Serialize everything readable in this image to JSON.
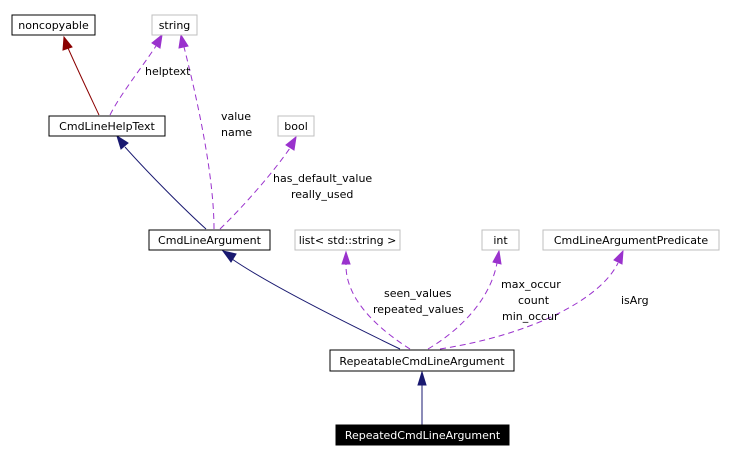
{
  "diagram": {
    "nodes": {
      "noncopyable": "noncopyable",
      "string": "string",
      "cmdlinehelptext": "CmdLineHelpText",
      "bool": "bool",
      "cmdlineargument": "CmdLineArgument",
      "list_string": "list< std::string >",
      "int": "int",
      "cmdlineargumentpredicate": "CmdLineArgumentPredicate",
      "repeatablecmdlineargument": "RepeatableCmdLineArgument",
      "repeatedcmdlineargument": "RepeatedCmdLineArgument"
    },
    "edge_labels": {
      "helptext": "helptext",
      "value": "value",
      "name": "name",
      "has_default_value": "has_default_value",
      "really_used": "really_used",
      "seen_values": "seen_values",
      "repeated_values": "repeated_values",
      "max_occur": "max_occur",
      "count": "count",
      "min_occur": "min_occur",
      "isArg": "isArg"
    },
    "colors": {
      "inheritance_private": "#8b0000",
      "inheritance_public": "#191970",
      "usage": "#9a32cd",
      "node_border": "#000000",
      "undocumented_border": "#bfbfbf",
      "current_node_fill": "#000000"
    }
  }
}
